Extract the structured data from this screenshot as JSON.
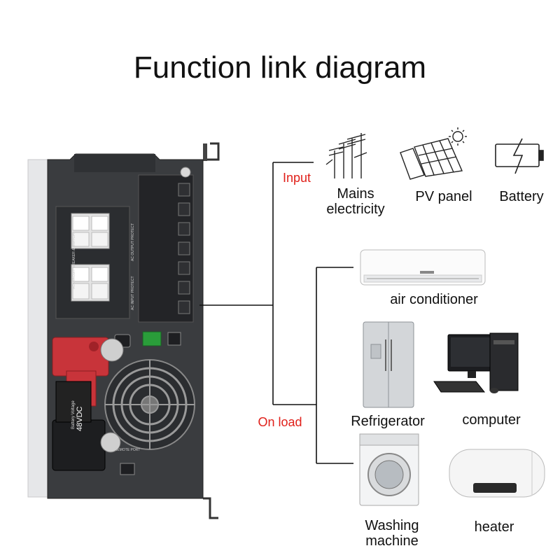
{
  "title": "Function link diagram",
  "links": {
    "input": "Input",
    "on_load": "On load"
  },
  "inputs": [
    {
      "label_line1": "Mains",
      "label_line2": "electricity",
      "icon": "power-pylon-icon"
    },
    {
      "label": "PV panel",
      "icon": "solar-panel-icon"
    },
    {
      "label": "Battery",
      "icon": "battery-charging-icon"
    }
  ],
  "loads": [
    {
      "label": "air conditioner",
      "icon": "air-conditioner-icon"
    },
    {
      "label": "Refrigerator",
      "icon": "refrigerator-icon"
    },
    {
      "label": "computer",
      "icon": "computer-icon"
    },
    {
      "label_line1": "Washing",
      "label_line2": "machine",
      "icon": "washing-machine-icon"
    },
    {
      "label": "heater",
      "icon": "water-heater-icon"
    }
  ],
  "device": {
    "voltage_tag": "48VDC",
    "voltage_caption": "Battery Voltage",
    "breaker_caption": "AC CIRCUIT BREAKER & SWITCH",
    "output_caption": "AC OUTPUT PROTECT",
    "input_caption": "AC INPUT PROTECT",
    "remote_caption": "REMOTE PORT"
  },
  "colors": {
    "accent_red": "#e0201a",
    "device_body": "#3a3c3f",
    "battery_terminal": "#c8343a"
  }
}
